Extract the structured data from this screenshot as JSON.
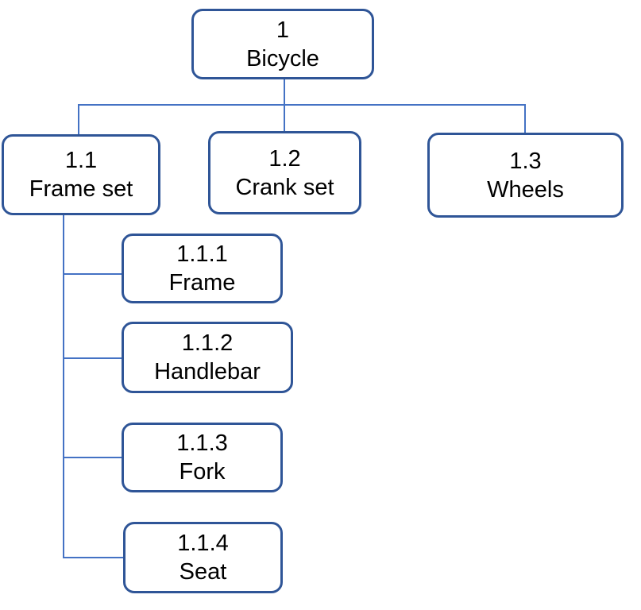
{
  "diagram": {
    "root": {
      "number": "1",
      "label": "Bicycle"
    },
    "level1": [
      {
        "number": "1.1",
        "label": "Frame set"
      },
      {
        "number": "1.2",
        "label": "Crank set"
      },
      {
        "number": "1.3",
        "label": "Wheels"
      }
    ],
    "frame_set_children": [
      {
        "number": "1.1.1",
        "label": "Frame"
      },
      {
        "number": "1.1.2",
        "label": "Handlebar"
      },
      {
        "number": "1.1.3",
        "label": "Fork"
      },
      {
        "number": "1.1.4",
        "label": "Seat"
      }
    ]
  },
  "colors": {
    "box_border": "#2f5597",
    "connector": "#4472c4",
    "text": "#000000",
    "background": "#ffffff"
  }
}
